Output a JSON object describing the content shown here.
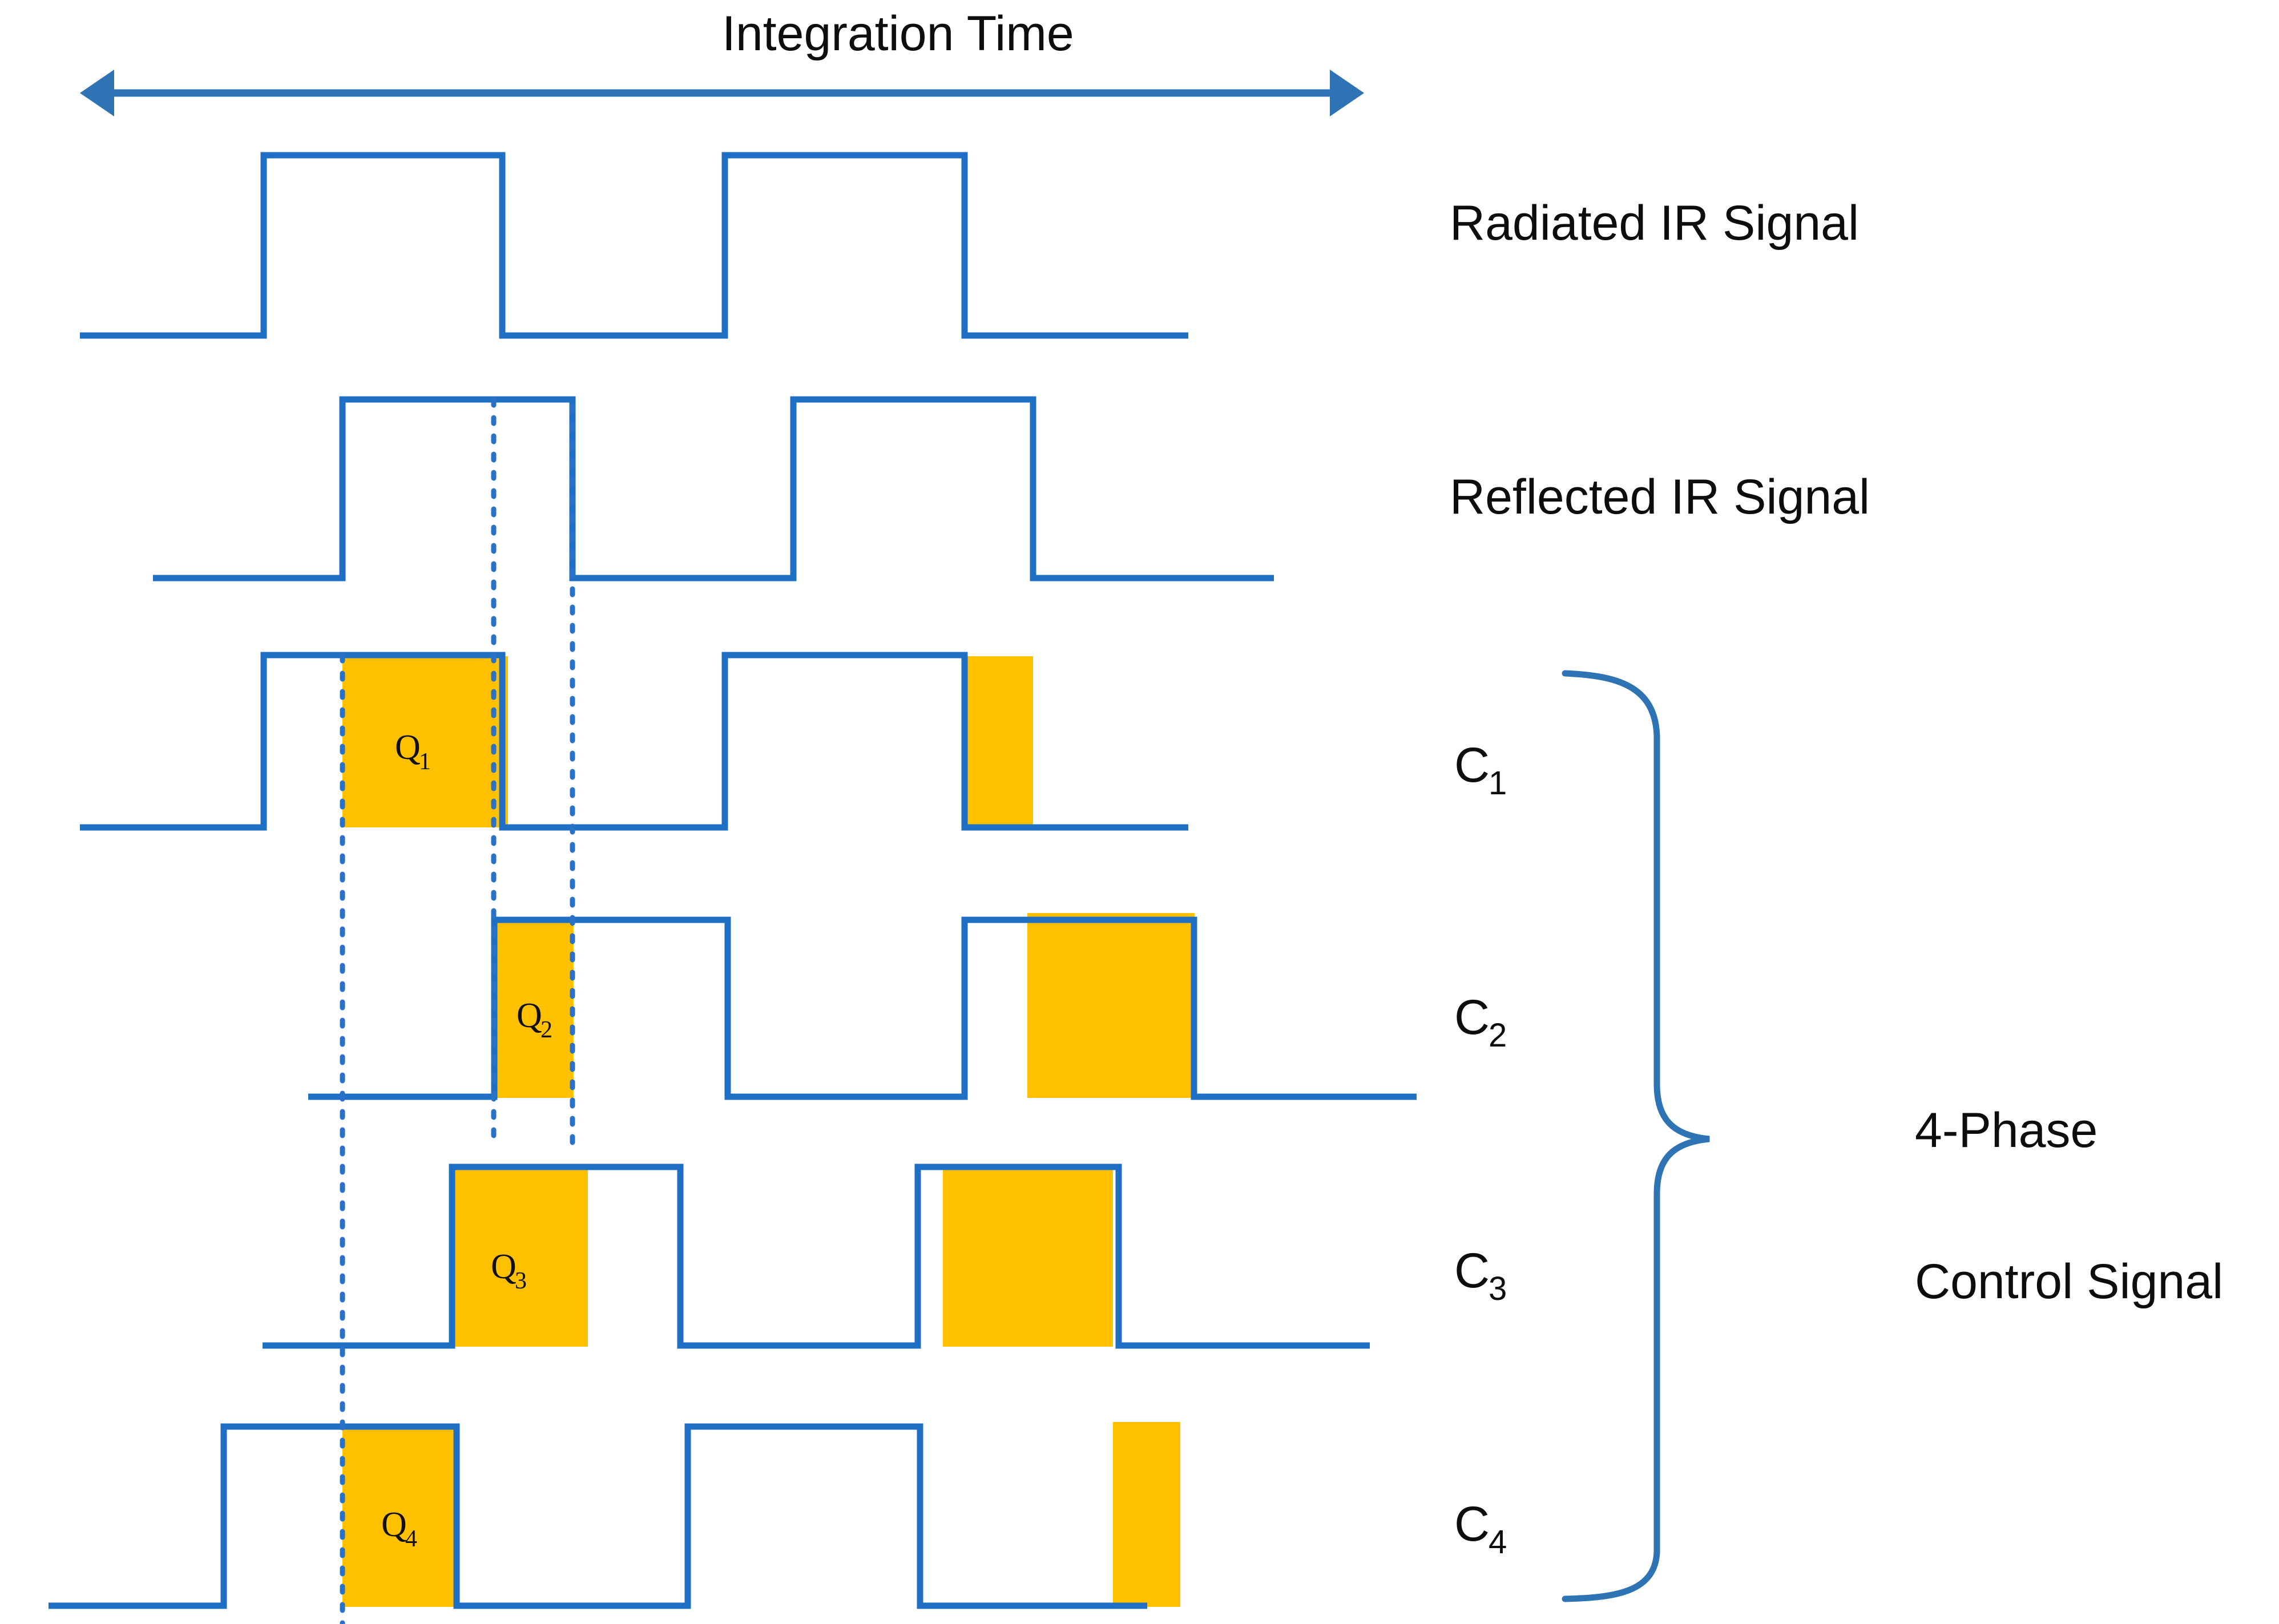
{
  "figure": {
    "title": "Integration Time",
    "accent_blue": "#1f6fc4",
    "accent_arrow_blue": "#2e74b5",
    "charge_yellow": "#ffc000",
    "text_black": "#0d0d0d"
  },
  "rows": [
    {
      "key": "radiated",
      "label": "Radiated IR Signal"
    },
    {
      "key": "reflected",
      "label": "Reflected IR Signal"
    },
    {
      "key": "c1",
      "label": "C",
      "sub": "1"
    },
    {
      "key": "c2",
      "label": "C",
      "sub": "2"
    },
    {
      "key": "c3",
      "label": "C",
      "sub": "3"
    },
    {
      "key": "c4",
      "label": "C",
      "sub": "4"
    }
  ],
  "charge_windows": [
    {
      "key": "q1",
      "label": "Q",
      "sub": "1"
    },
    {
      "key": "q2",
      "label": "Q",
      "sub": "2"
    },
    {
      "key": "q3",
      "label": "Q",
      "sub": "3"
    },
    {
      "key": "q4",
      "label": "Q",
      "sub": "4"
    }
  ],
  "group_annotation": {
    "line1": "4-Phase",
    "line2": "Control Signal"
  },
  "chart_data": {
    "type": "line",
    "title": "Integration Time",
    "xlabel": "",
    "ylabel": "",
    "grid": false,
    "legend": "right-side row labels",
    "description": "Time-of-flight 4-phase control timing diagram. Six digital waveforms plotted against a common time axis labelled 'Integration Time'. Yellow shaded rectangles mark the charge-accumulation windows Q1..Q4 where a control signal is high while the reflected IR pulse is high. Three dotted vertical reference lines mark phase boundaries.",
    "time_axis": {
      "arrow_from_x": 140,
      "arrow_to_x": 2390,
      "units": "arbitrary"
    },
    "series": [
      {
        "name": "Radiated IR Signal",
        "type": "square",
        "low_level": 0,
        "high_level": 1,
        "transitions_x": [
          140,
          460,
          880,
          1270,
          1690,
          2080
        ],
        "levels": [
          0,
          1,
          0,
          1,
          0
        ]
      },
      {
        "name": "Reflected IR Signal",
        "type": "square",
        "low_level": 0,
        "high_level": 1,
        "transitions_x": [
          270,
          600,
          1000,
          1390,
          1810,
          2230
        ],
        "levels": [
          0,
          1,
          0,
          1,
          0
        ]
      },
      {
        "name": "C1",
        "type": "square",
        "low_level": 0,
        "high_level": 1,
        "transitions_x": [
          140,
          460,
          880,
          1270,
          1690,
          2080
        ],
        "levels": [
          0,
          1,
          0,
          1,
          0
        ],
        "charge_window": {
          "label": "Q1",
          "x_start": 600,
          "x_end": 880
        },
        "secondary_window": {
          "x_start": 1690,
          "x_end": 1810
        }
      },
      {
        "name": "C2",
        "type": "square",
        "low_level": 0,
        "high_level": 1,
        "transitions_x": [
          540,
          865,
          1275,
          1690,
          2090,
          2480
        ],
        "levels": [
          0,
          1,
          0,
          1,
          0
        ],
        "charge_window": {
          "label": "Q2",
          "x_start": 865,
          "x_end": 1003
        },
        "secondary_window": {
          "x_start": 1800,
          "x_end": 2090
        }
      },
      {
        "name": "C3",
        "type": "square",
        "low_level": 0,
        "high_level": 1,
        "transitions_x": [
          460,
          790,
          1190,
          1610,
          1970,
          2400
        ],
        "levels": [
          0,
          1,
          0,
          1,
          0
        ],
        "charge_window": {
          "label": "Q3",
          "x_start": 790,
          "x_end": 1030
        },
        "secondary_window": {
          "x_start": 1650,
          "x_end": 1960
        }
      },
      {
        "name": "C4",
        "type": "square",
        "low_level": 0,
        "high_level": 1,
        "transitions_x": [
          90,
          390,
          800,
          1200,
          1610,
          2010
        ],
        "levels": [
          0,
          1,
          0,
          1,
          0
        ],
        "charge_window": {
          "label": "Q4",
          "x_start": 600,
          "x_end": 800
        },
        "secondary_window": {
          "x_start": 1950,
          "x_end": 2070
        }
      }
    ],
    "reference_lines": [
      {
        "name": "phase-marker-1",
        "x": 600
      },
      {
        "name": "phase-marker-2",
        "x": 865
      },
      {
        "name": "phase-marker-3",
        "x": 1003
      }
    ],
    "annotations": [
      {
        "text": "4-Phase",
        "target": "C1..C4 brace"
      },
      {
        "text": "Control Signal",
        "target": "C1..C4 brace"
      }
    ]
  }
}
